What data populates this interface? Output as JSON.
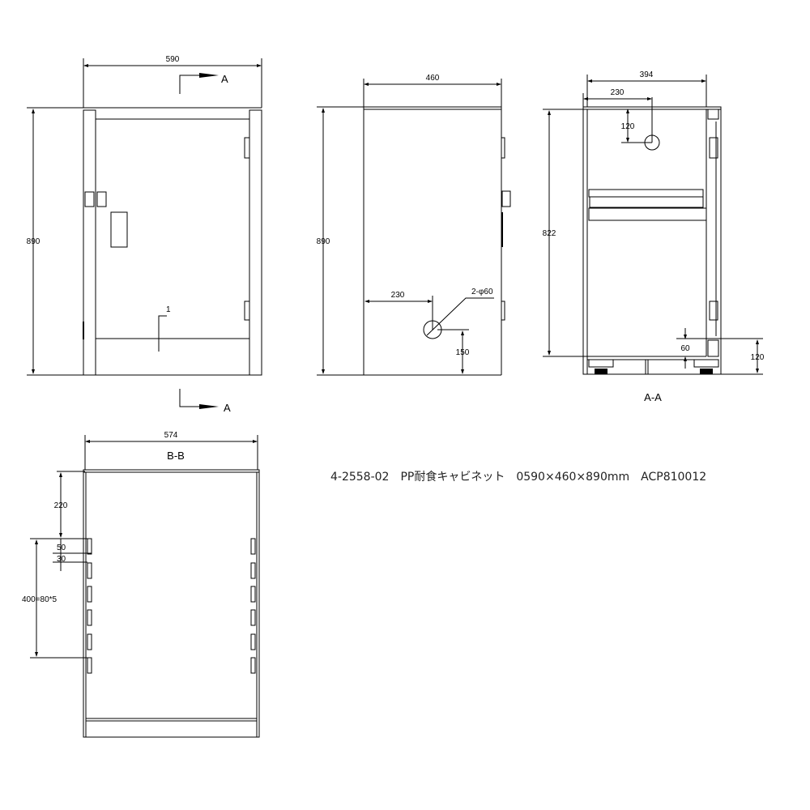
{
  "caption": "4-2558-02　PP耐食キャビネット　0590×460×890mm　ACP810012",
  "front_view": {
    "width_dim": "590",
    "height_dim": "890",
    "gap_dim": "1",
    "section_mark": "A"
  },
  "side_view": {
    "width_dim": "460",
    "height_dim": "890",
    "hole_offset_dim": "230",
    "hole_label": "2-φ60",
    "hole_height_dim": "150"
  },
  "section_aa": {
    "title": "A-A",
    "inner_width_dim": "394",
    "hole_offset_dim": "230",
    "hole_top_dim": "120",
    "inner_height_dim": "822",
    "base_dim": "60",
    "plinth_dim": "120"
  },
  "section_bb": {
    "title": "B-B",
    "width_dim": "574",
    "top_dim": "220",
    "slot_dim": "50",
    "gap_dim": "30",
    "pitch_dim": "400=80*5"
  }
}
